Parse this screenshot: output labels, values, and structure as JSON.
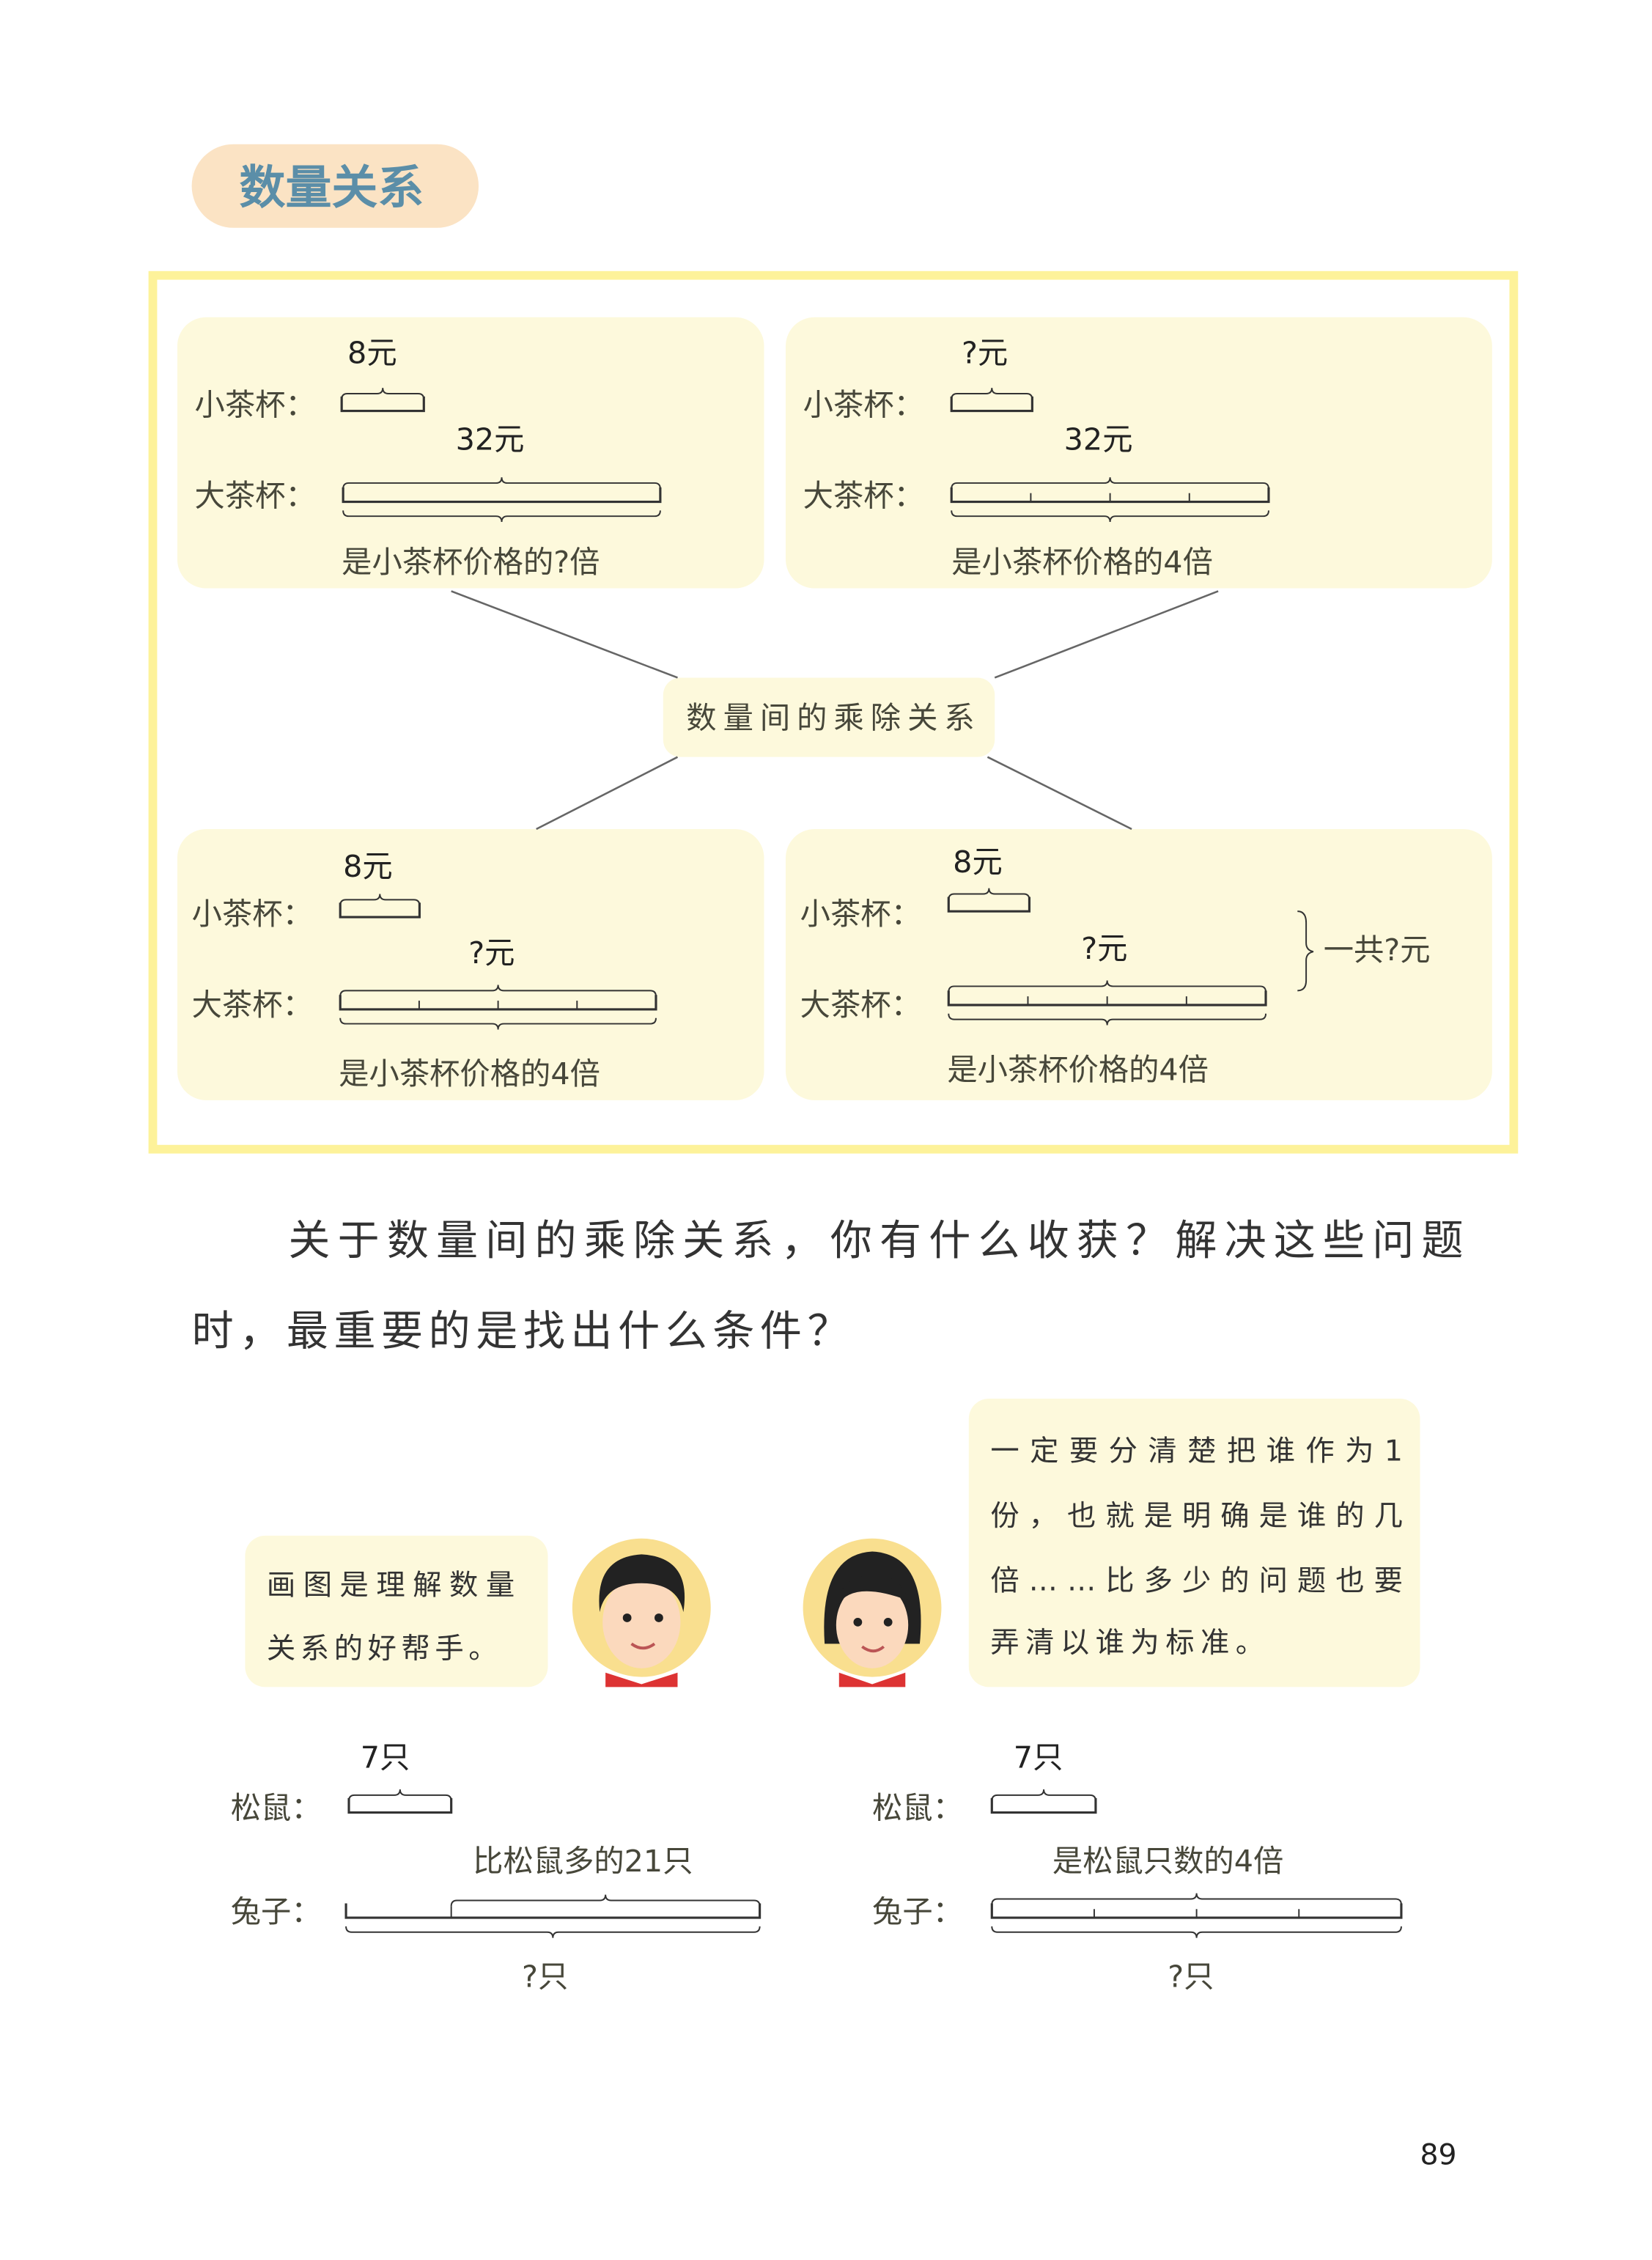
{
  "section_title": "数量关系",
  "colors": {
    "title": "#5b8ea8",
    "pill": "#fbe3c4",
    "frame": "#fdf29a",
    "panel": "#fdf9dc",
    "avatar_bg": "#f9df8f"
  },
  "diagram": {
    "center_label": "数量间的乘除关系",
    "panels": [
      {
        "small_label": "小茶杯：",
        "small_value": "8元",
        "big_label": "大茶杯：",
        "big_value": "32元",
        "caption": "是小茶杯价格的?倍",
        "segments": 1
      },
      {
        "small_label": "小茶杯：",
        "small_value": "?元",
        "big_label": "大茶杯：",
        "big_value": "32元",
        "caption": "是小茶杯价格的4倍",
        "segments": 4
      },
      {
        "small_label": "小茶杯：",
        "small_value": "8元",
        "big_label": "大茶杯：",
        "big_value": "?元",
        "caption": "是小茶杯价格的4倍",
        "segments": 4
      },
      {
        "small_label": "小茶杯：",
        "small_value": "8元",
        "big_label": "大茶杯：",
        "big_value": "?元",
        "caption": "是小茶杯价格的4倍",
        "segments": 4,
        "total": "一共?元"
      }
    ]
  },
  "question": {
    "line1": "关于数量间的乘除关系，你有什么收获？解决这些问题",
    "line2": "时，最重要的是找出什么条件？"
  },
  "speech": {
    "boy": [
      "画图是理解数量",
      "关系的好帮手。"
    ],
    "girl": [
      "一定要分清楚把谁作为1",
      "份，也就是明确是谁的几",
      "倍……比多少的问题也要",
      "弄清以谁为标准。"
    ]
  },
  "examples": [
    {
      "small_label": "松鼠：",
      "small_value": "7只",
      "big_label": "兔子：",
      "relation": "比松鼠多的21只",
      "unknown": "?只"
    },
    {
      "small_label": "松鼠：",
      "small_value": "7只",
      "big_label": "兔子：",
      "relation": "是松鼠只数的4倍",
      "unknown": "?只",
      "segments": 4
    }
  ],
  "page_number": "89"
}
